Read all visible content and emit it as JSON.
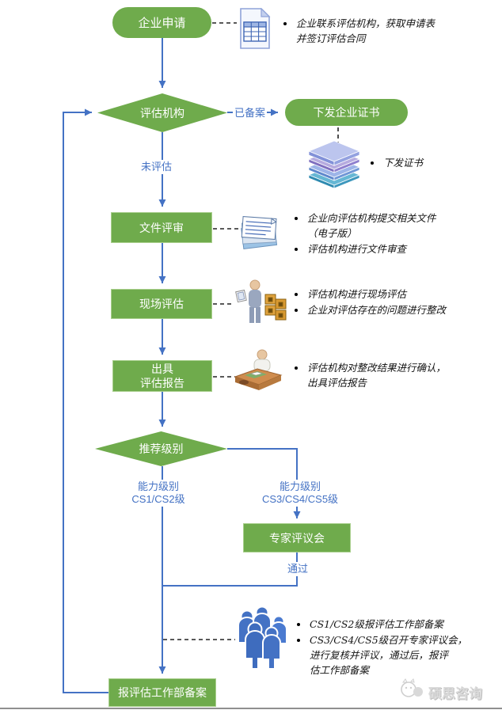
{
  "palette": {
    "node_green": "#6fab4c",
    "flow_blue": "#4472c4",
    "dash_black": "#222222",
    "annotation_text": "#141414",
    "watermark_gray": "#dadada"
  },
  "nodes": {
    "start": "企业申请",
    "agency_decision": "评估机构",
    "issue_cert": "下发企业证书",
    "doc_review": "文件评审",
    "site_assess": "现场评估",
    "report_line1": "出具",
    "report_line2": "评估报告",
    "recommend_level": "推荐级别",
    "expert_panel": "专家评议会",
    "filing": "报评估工作部备案"
  },
  "edge_labels": {
    "registered": "已备案",
    "not_assessed": "未评估",
    "cs12_line1": "能力级别",
    "cs12_line2": "CS1/CS2级",
    "cs345_line1": "能力级别",
    "cs345_line2": "CS3/CS4/CS5级",
    "pass": "通过"
  },
  "annotations": {
    "apply": {
      "items": [
        {
          "lines": [
            "企业联系评估机构，获取申请表",
            "并签订评估合同"
          ]
        }
      ]
    },
    "cert": {
      "items": [
        {
          "lines": [
            "下发证书"
          ]
        }
      ]
    },
    "docs": {
      "items": [
        {
          "lines": [
            "企业向评估机构提交相关文件",
            "（电子版）"
          ]
        },
        {
          "lines": [
            "评估机构进行文件审查"
          ]
        }
      ]
    },
    "site": {
      "items": [
        {
          "lines": [
            "评估机构进行现场评估"
          ]
        },
        {
          "lines": [
            "企业对评估存在的问题进行整改"
          ]
        }
      ]
    },
    "report": {
      "items": [
        {
          "lines": [
            "评估机构对整改结果进行确认，",
            "出具评估报告"
          ]
        }
      ]
    },
    "filing": {
      "items": [
        {
          "lines": [
            "CS1/CS2级报评估工作部备案"
          ]
        },
        {
          "lines": [
            "CS3/CS4/CS5级召开专家评议会，",
            "进行复核并评议，通过后，报评",
            "估工作部备案"
          ]
        }
      ]
    }
  },
  "icons": {
    "apply": "spreadsheet-document-icon",
    "cert": "books-stack-icon",
    "docs": "document-stack-icon",
    "site": "auditor-with-records-icon",
    "report": "assessor-at-desk-icon",
    "filing": "expert-committee-icon",
    "brand": "brand-logo-icon"
  },
  "watermark": {
    "brand": "硕思咨询"
  }
}
